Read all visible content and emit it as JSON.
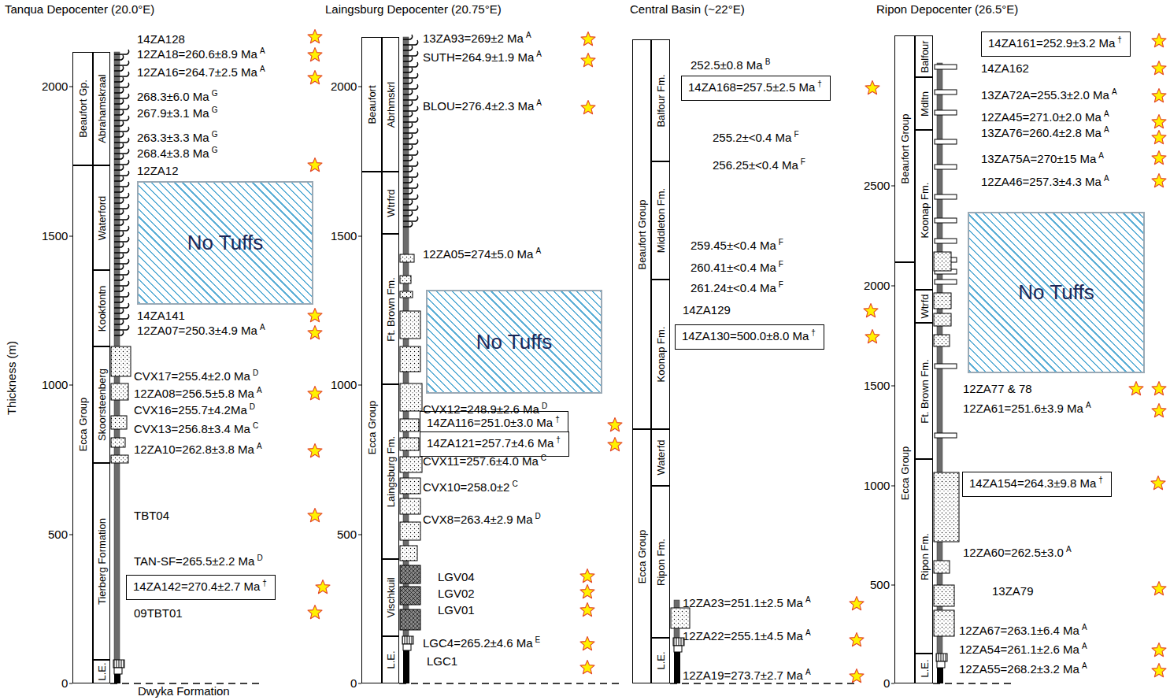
{
  "diagram": {
    "nodes": [
      {
        "text": [
          "Beaufort Gp."
        ]
      },
      {
        "text": [
          "Ecca Group"
        ]
      },
      {
        "text": [
          "Abrahamskraal"
        ]
      },
      {
        "text": [
          "Waterford"
        ]
      },
      {
        "text": [
          "Kookfontn"
        ]
      },
      {
        "text": [
          "Skoorsteenberg"
        ]
      },
      {
        "text": [
          "Tierberg Formation"
        ]
      },
      {
        "text": [
          "L.E."
        ]
      },
      {
        "text": [
          "No Tuffs"
        ]
      },
      {
        "text": [
          "14ZA142=270.4±2.7 Ma",
          "†"
        ]
      },
      {
        "text": [
          "Beaufort"
        ]
      },
      {
        "text": [
          "Ecca Group"
        ]
      },
      {
        "text": [
          "Abrhmskrl"
        ]
      },
      {
        "text": [
          "Wtrfrd"
        ]
      },
      {
        "text": [
          "Ft. Brown Fm."
        ]
      },
      {
        "text": [
          "Laingsburg Fm."
        ]
      },
      {
        "text": [
          "Vischkuil"
        ]
      },
      {
        "text": [
          "L.E."
        ]
      },
      {
        "text": [
          "No Tuffs"
        ]
      },
      {
        "text": [
          "14ZA116=251.0±3.0 Ma",
          "†"
        ]
      },
      {
        "text": [
          "14ZA121=257.7±4.6 Ma",
          "†"
        ]
      },
      {
        "text": [
          "Beaufort Group"
        ]
      },
      {
        "text": [
          "Ecca Group"
        ]
      },
      {
        "text": [
          "Balfour Fm."
        ]
      },
      {
        "text": [
          "Middleton Fm."
        ]
      },
      {
        "text": [
          "Koonap Fm."
        ]
      },
      {
        "text": [
          "Waterfd"
        ]
      },
      {
        "text": [
          "Ripon Fm."
        ]
      },
      {
        "text": [
          "L.E."
        ]
      },
      {
        "text": [
          "14ZA168=257.5±2.5 Ma",
          "†"
        ]
      },
      {
        "text": [
          "14ZA130=500.0±8.0 Ma",
          "†"
        ]
      },
      {
        "text": [
          "Beaufort Group"
        ]
      },
      {
        "text": [
          "Ecca Group"
        ]
      },
      {
        "text": [
          "Balfour"
        ]
      },
      {
        "text": [
          "Mdltn"
        ]
      },
      {
        "text": [
          "Koonap Fm."
        ]
      },
      {
        "text": [
          "Wtrfd"
        ]
      },
      {
        "text": [
          "Ft. Brown Fm."
        ]
      },
      {
        "text": [
          "Ripon Fm."
        ]
      },
      {
        "text": [
          "L.E."
        ]
      },
      {
        "text": [
          "No Tuffs"
        ]
      },
      {
        "text": [
          "14ZA161=252.9±3.2 Ma",
          "†"
        ]
      },
      {
        "text": [
          "14ZA154=264.3±9.8 Ma",
          "†"
        ]
      }
    ],
    "labels": [
      "Tanqua Depocenter (20.0°E)",
      "Laingsburg Depocenter (20.75°E)",
      "Central Basin (~22°E)",
      "Ripon Depocenter (26.5°E)",
      "Thickness (m)",
      "0",
      "500",
      "1000",
      "1500",
      "2000",
      "0",
      "500",
      "1000",
      "1500",
      "2000",
      "0",
      "500",
      "1000",
      "1500",
      "2000",
      "2500",
      "Dwyka Formation",
      "14ZA128",
      "12ZA18=260.6±8.9 Ma",
      "A",
      "12ZA16=264.7±2.5 Ma",
      "A",
      "268.3±6.0 Ma",
      "G",
      "267.9±3.1 Ma",
      "G",
      "263.3±3.3 Ma",
      "G",
      "268.4±3.8 Ma",
      "G",
      "12ZA12",
      "14ZA141",
      "12ZA07=250.3±4.9 Ma",
      "A",
      "CVX17=255.4±2.0 Ma",
      "D",
      "12ZA08=256.5±5.8 Ma",
      "A",
      "CVX16=255.7±4.2Ma",
      "D",
      "CVX13=256.8±3.4 Ma",
      "C",
      "12ZA10=262.8±3.8 Ma",
      "A",
      "TBT04",
      "TAN-SF=265.5±2.2 Ma",
      "D",
      "09TBT01",
      "13ZA93=269±2 Ma",
      "A",
      "SUTH=264.9±1.9 Ma",
      "A",
      "BLOU=276.4±2.3 Ma",
      "A",
      "12ZA05=274±5.0 Ma",
      "A",
      "CVX12=248.9±2.6 Ma",
      "D",
      "CVX11=257.6±4.0 Ma",
      "C",
      "CVX10=258.0±2",
      "C",
      "CVX8=263.4±2.9 Ma",
      "D",
      "LGV04",
      "LGV02",
      "LGV01",
      "LGC4=265.2±4.6 Ma",
      "E",
      "LGC1",
      "252.5±0.8 Ma",
      "B",
      "255.2±<0.4 Ma",
      "F",
      "256.25±<0.4 Ma",
      "F",
      "259.45±<0.4 Ma",
      "F",
      "260.41±<0.4 Ma",
      "F",
      "261.24±<0.4 Ma",
      "F",
      "14ZA129",
      "12ZA23=251.1±2.5 Ma",
      "A",
      "12ZA22=255.1±4.5 Ma",
      "A",
      "12ZA19=273.7±2.7 Ma",
      "A",
      "14ZA162",
      "13ZA72A=255.3±2.0 Ma",
      "A",
      "12ZA45=271.0±2.0 Ma",
      "A",
      "13ZA76=260.4±2.8 Ma",
      "A",
      "13ZA75A=270±15 Ma",
      "A",
      "12ZA46=257.3±4.3 Ma",
      "A",
      "12ZA77 & 78",
      "12ZA61=251.6±3.9 Ma",
      "A",
      "12ZA60=262.5±3.0",
      "A",
      "13ZA79",
      "12ZA67=263.1±6.4 Ma",
      "A",
      "12ZA54=261.1±2.6 Ma",
      "A",
      "12ZA55=268.2±3.2 Ma",
      "A"
    ]
  }
}
